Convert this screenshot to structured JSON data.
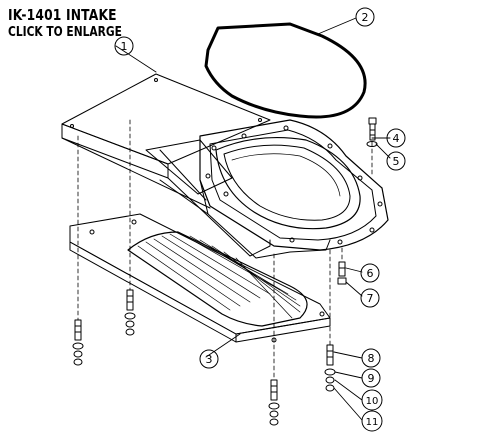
{
  "header": {
    "title": "IK-1401 INTAKE",
    "enlarge_link": "CLICK TO ENLARGE"
  },
  "callouts": [
    "1",
    "2",
    "3",
    "4",
    "5",
    "6",
    "7",
    "8",
    "9",
    "10",
    "11"
  ]
}
